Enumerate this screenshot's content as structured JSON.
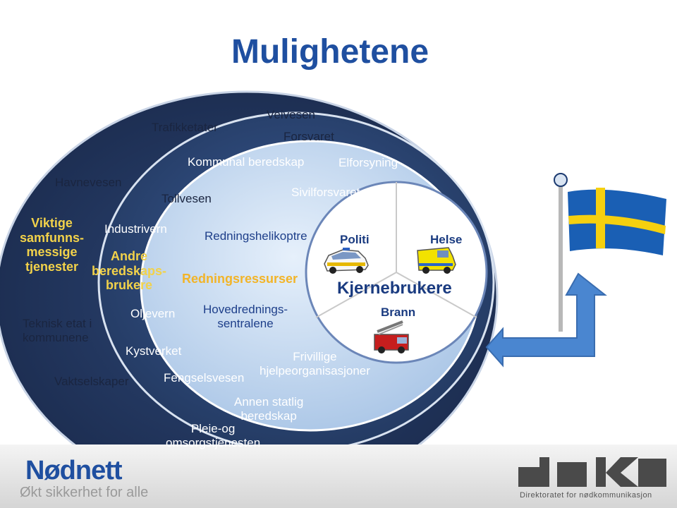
{
  "title": "Mulighetene",
  "outer_ring": {
    "havnevesen": "Havnevesen",
    "viktige": "Viktige\nsamfunns-\nmessige\ntjenester",
    "teknisk": "Teknisk etat i\nkommunene",
    "vaktselskaper": "Vaktselskaper",
    "trafikketater": "Trafikketater",
    "veivesen": "Veivesen",
    "forsvaret": "Forsvaret"
  },
  "middle_ring": {
    "tollvesen": "Tollvesen",
    "industrivern": "Industrivern",
    "andre": "Andre\nberedskaps-\nbrukere",
    "oljevern": "Oljevern",
    "kystverket": "Kystverket",
    "kommunal": "Kommunal beredskap",
    "elforsyning": "Elforsyning"
  },
  "inner_ring": {
    "sivilforsvaret": "Sivilforsvaret",
    "redningshelikoptre": "Redningshelikoptre",
    "redningsressurser": "Redningsressurser",
    "hovedredningssentralene": "Hovedrednings-\nsentralene",
    "fengselsvesen": "Fengselsvesen",
    "frivillige": "Frivillige\nhjelpeorganisasjoner",
    "annen": "Annen statlig\nberedskap",
    "pleie": "Pleie-og\nomsorgstjenesten"
  },
  "core": {
    "label": "Kjernebrukere",
    "politi": "Politi",
    "helse": "Helse",
    "brann": "Brann"
  },
  "footer": {
    "brand": "Nødnett",
    "slogan": "Økt sikkerhet for alle",
    "dnk_logo": "dNK",
    "dnk_sub": "Direktoratet for nødkommunikasjon"
  },
  "colors": {
    "outer_fill": "#22365e",
    "middle_fill": "#2b4373",
    "inner_fill": "#c5daf2",
    "core_fill": "#ffffff",
    "accent_yellow": "#f2d24a",
    "title_blue": "#1f4fa0",
    "flag_blue": "#1a5fb4",
    "flag_yellow": "#f5d00f",
    "arrow_blue": "#3d78c8"
  },
  "icons": [
    "swedish-flag-icon",
    "police-car-icon",
    "ambulance-icon",
    "fire-truck-icon",
    "arrow-icon"
  ]
}
